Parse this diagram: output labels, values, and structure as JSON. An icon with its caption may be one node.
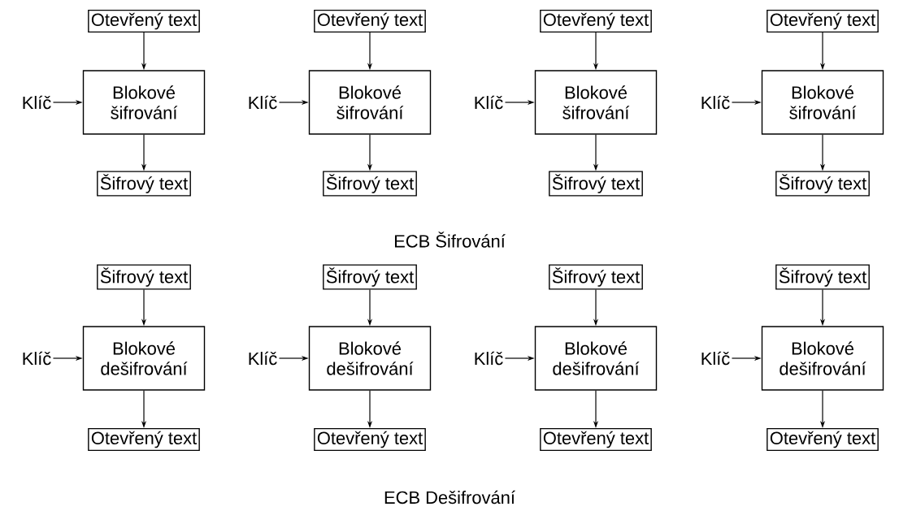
{
  "diagram": {
    "nodes": [
      {
        "text": [
          "Otevřený text"
        ]
      },
      {
        "text": [
          "Klíč"
        ]
      },
      {
        "text": [
          "Blokové šifrování"
        ]
      },
      {
        "text": [
          "Šifrový text"
        ]
      },
      {
        "text": [
          "Otevřený text"
        ]
      },
      {
        "text": [
          "Klíč"
        ]
      },
      {
        "text": [
          "Blokové šifrování"
        ]
      },
      {
        "text": [
          "Šifrový text"
        ]
      },
      {
        "text": [
          "Otevřený text"
        ]
      },
      {
        "text": [
          "Klíč"
        ]
      },
      {
        "text": [
          "Blokové šifrování"
        ]
      },
      {
        "text": [
          "Šifrový text"
        ]
      },
      {
        "text": [
          "Otevřený text"
        ]
      },
      {
        "text": [
          "Klíč"
        ]
      },
      {
        "text": [
          "Blokové šifrování"
        ]
      },
      {
        "text": [
          "Šifrový text"
        ]
      },
      {
        "text": [
          "Šifrový text"
        ]
      },
      {
        "text": [
          "Klíč"
        ]
      },
      {
        "text": [
          "Blokové dešifrování"
        ]
      },
      {
        "text": [
          "Otevřený text"
        ]
      },
      {
        "text": [
          "Šifrový text"
        ]
      },
      {
        "text": [
          "Klíč"
        ]
      },
      {
        "text": [
          "Blokové dešifrování"
        ]
      },
      {
        "text": [
          "Otevřený text"
        ]
      },
      {
        "text": [
          "Šifrový text"
        ]
      },
      {
        "text": [
          "Klíč"
        ]
      },
      {
        "text": [
          "Blokové dešifrování"
        ]
      },
      {
        "text": [
          "Otevřený text"
        ]
      },
      {
        "text": [
          "Šifrový text"
        ]
      },
      {
        "text": [
          "Klíč"
        ]
      },
      {
        "text": [
          "Blokové dešifrování"
        ]
      },
      {
        "text": [
          "Otevřený text"
        ]
      }
    ],
    "edges": [
      {
        "from": 0,
        "to": 2,
        "arrow": "to"
      },
      {
        "from": 1,
        "to": 2,
        "arrow": "to"
      },
      {
        "from": 2,
        "to": 3,
        "arrow": "to"
      },
      {
        "from": 4,
        "to": 6,
        "arrow": "to"
      },
      {
        "from": 5,
        "to": 6,
        "arrow": "to"
      },
      {
        "from": 6,
        "to": 7,
        "arrow": "to"
      },
      {
        "from": 8,
        "to": 10,
        "arrow": "to"
      },
      {
        "from": 9,
        "to": 10,
        "arrow": "to"
      },
      {
        "from": 10,
        "to": 11,
        "arrow": "to"
      },
      {
        "from": 12,
        "to": 14,
        "arrow": "to"
      },
      {
        "from": 13,
        "to": 14,
        "arrow": "to"
      },
      {
        "from": 14,
        "to": 15,
        "arrow": "to"
      },
      {
        "from": 16,
        "to": 18,
        "arrow": "to"
      },
      {
        "from": 17,
        "to": 18,
        "arrow": "to"
      },
      {
        "from": 18,
        "to": 19,
        "arrow": "to"
      },
      {
        "from": 20,
        "to": 22,
        "arrow": "to"
      },
      {
        "from": 21,
        "to": 22,
        "arrow": "to"
      },
      {
        "from": 22,
        "to": 23,
        "arrow": "to"
      },
      {
        "from": 24,
        "to": 26,
        "arrow": "to"
      },
      {
        "from": 25,
        "to": 26,
        "arrow": "to"
      },
      {
        "from": 26,
        "to": 27,
        "arrow": "to"
      },
      {
        "from": 28,
        "to": 30,
        "arrow": "to"
      },
      {
        "from": 29,
        "to": 30,
        "arrow": "to"
      },
      {
        "from": 30,
        "to": 31,
        "arrow": "to"
      }
    ],
    "labels": [
      "ECB Šifrování",
      "ECB Dešifrování"
    ]
  }
}
